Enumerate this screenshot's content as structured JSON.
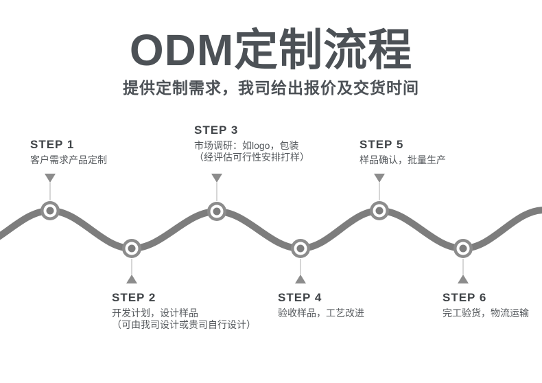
{
  "header": {
    "title": "ODM定制流程",
    "subtitle": "提供定制需求，我司给出报价及交货时间"
  },
  "steps": [
    {
      "label": "STEP 1",
      "position": "top",
      "lines": [
        "客户需求产品定制"
      ]
    },
    {
      "label": "STEP 2",
      "position": "bottom",
      "lines": [
        "开发计划，设计样品",
        "（可由我司设计或贵司自行设计）"
      ]
    },
    {
      "label": "STEP 3",
      "position": "top",
      "lines": [
        "市场调研：如logo，包装",
        "（经评估可行性安排打样）"
      ]
    },
    {
      "label": "STEP 4",
      "position": "bottom",
      "lines": [
        "验收样品，工艺改进"
      ]
    },
    {
      "label": "STEP 5",
      "position": "top",
      "lines": [
        "样品确认，批量生产"
      ]
    },
    {
      "label": "STEP 6",
      "position": "bottom",
      "lines": [
        "完工验货，物流运输"
      ]
    }
  ],
  "colors": {
    "page_bg": "#ffffff",
    "title_text": "#4c5156",
    "step_title_text": "#3f4347",
    "step_desc_text": "#54585c",
    "wave_line": "#7d7d7d",
    "node_ring": "#8c8c8c",
    "node_inner_ring": "#ffffff",
    "node_core": "#7d7d7d",
    "connector_line": "#c9c9c9",
    "connector_arrow": "#8c8c8c"
  }
}
